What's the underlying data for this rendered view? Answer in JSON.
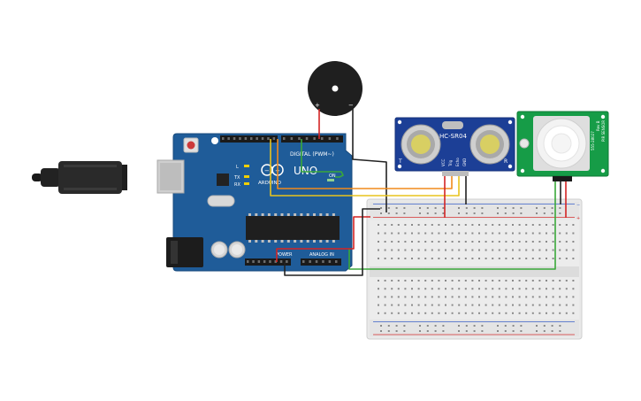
{
  "arduino": {
    "brand": "ARDUINO",
    "model": "UNO",
    "digital_header": "DIGITAL (PWM~)",
    "power_header": "POWER",
    "analog_header": "ANALOG IN",
    "on_label": "ON",
    "led_l": "L",
    "led_tx": "TX",
    "led_rx": "RX",
    "color": "#1f5c99"
  },
  "sonar": {
    "model": "HC-SR04",
    "pins": [
      "VCC",
      "Trig",
      "Echo",
      "GND"
    ],
    "side_left": "T",
    "side_right": "R",
    "color": "#1c3f96"
  },
  "pir": {
    "label_a": "PIR SENSOR",
    "label_b": "555-28027",
    "label_c": "Rev B",
    "color": "#169c47"
  },
  "buzzer": {
    "plus": "+",
    "minus": "−"
  },
  "wires": {
    "red": "#d32424",
    "black": "#222222",
    "orange": "#f08a1c",
    "yellow": "#e8c31d",
    "green": "#3aa83a"
  }
}
